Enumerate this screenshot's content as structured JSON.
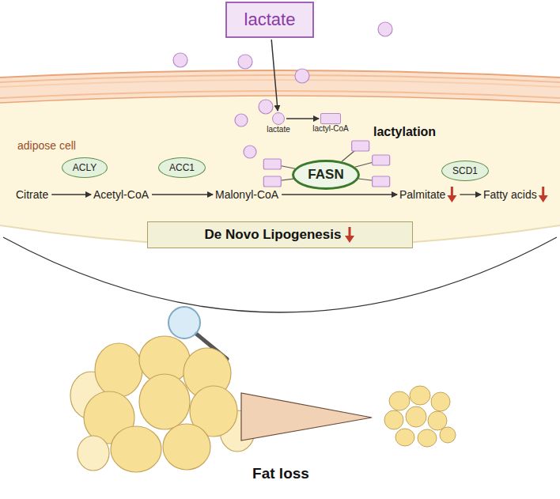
{
  "diagram": {
    "nodes": [
      {
        "text": [
          "lactate"
        ]
      },
      {
        "text": [
          "lactate"
        ]
      },
      {
        "text": [
          "lactyl-CoA"
        ]
      },
      {
        "text": [
          "ACLY"
        ]
      },
      {
        "text": [
          "ACC1"
        ]
      },
      {
        "text": [
          "FASN"
        ]
      },
      {
        "text": [
          "SCD1"
        ]
      },
      {
        "text": [
          "De Novo Lipogenesis"
        ]
      }
    ],
    "edges": [
      {
        "from": 0,
        "to": 1,
        "arrow": "to"
      },
      {
        "from": 1,
        "to": 2,
        "arrow": "to"
      }
    ],
    "labels": [
      "adipose cell",
      "lactylation",
      "Citrate",
      "Acetyl-CoA",
      "Malonyl-CoA",
      "Palmitate",
      "Fatty acids",
      "Fat loss"
    ]
  }
}
